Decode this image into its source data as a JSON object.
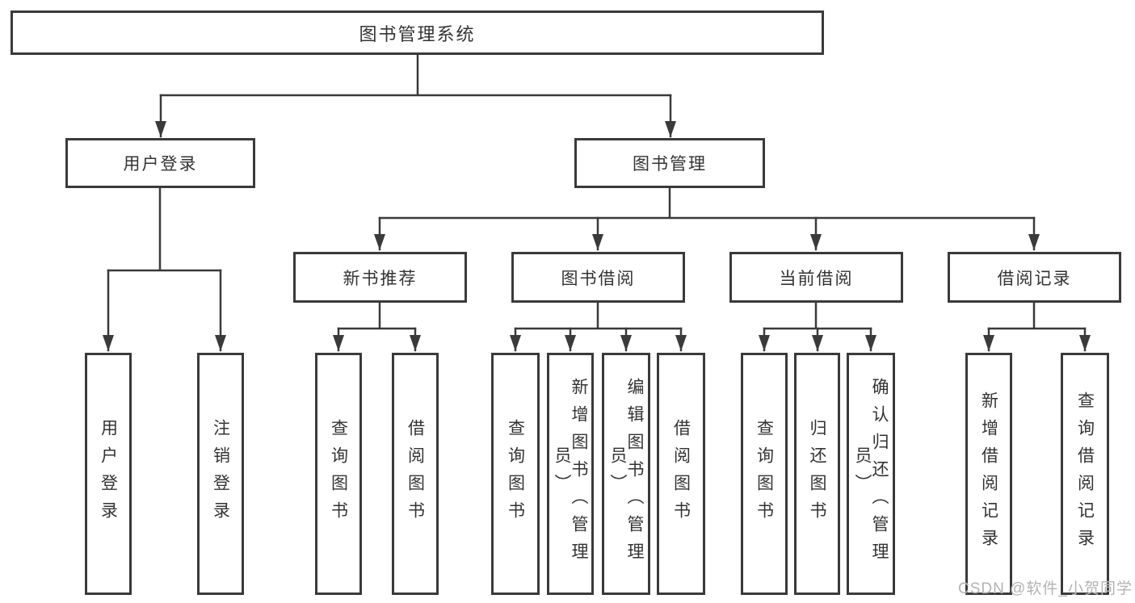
{
  "colors": {
    "line": "#3a3a3a",
    "text": "#333333",
    "box-bg": "#ffffff",
    "page-bg": "#ffffff",
    "watermark": "#b3b3b3"
  },
  "watermark": {
    "text": "CSDN @软件_小贺同学"
  },
  "diagram": {
    "root": {
      "label": "图书管理系统",
      "children": [
        {
          "label": "用户登录",
          "children": [
            {
              "label": "用户登录"
            },
            {
              "label": "注销登录"
            }
          ]
        },
        {
          "label": "图书管理",
          "children": [
            {
              "label": "新书推荐",
              "children": [
                {
                  "label": "查询图书"
                },
                {
                  "label": "借阅图书"
                }
              ]
            },
            {
              "label": "图书借阅",
              "children": [
                {
                  "label": "查询图书"
                },
                {
                  "label": "新增图书（管理员）"
                },
                {
                  "label": "编辑图书（管理员）"
                },
                {
                  "label": "借阅图书"
                }
              ]
            },
            {
              "label": "当前借阅",
              "children": [
                {
                  "label": "查询图书"
                },
                {
                  "label": "归还图书"
                },
                {
                  "label": "确认归还（管理员）"
                }
              ]
            },
            {
              "label": "借阅记录",
              "children": [
                {
                  "label": "新增借阅记录"
                },
                {
                  "label": "查询借阅记录"
                }
              ]
            }
          ]
        }
      ]
    }
  }
}
